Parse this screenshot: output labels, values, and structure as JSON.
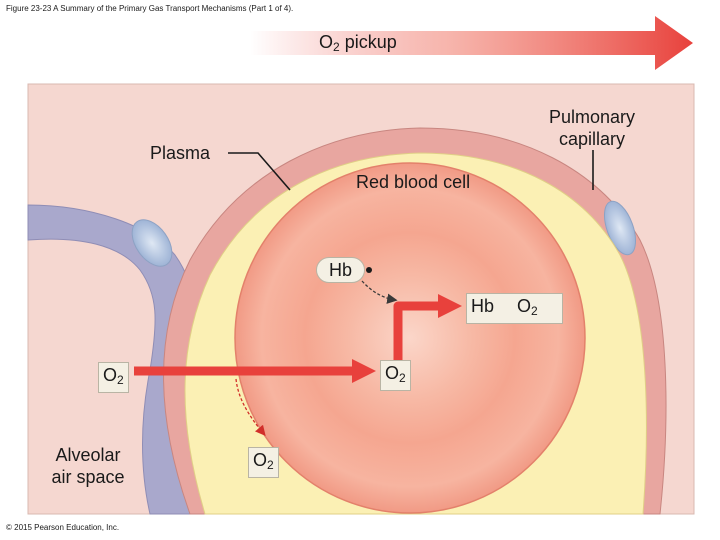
{
  "caption": "Figure 23-23 A Summary of the Primary Gas Transport Mechanisms (Part 1 of 4).",
  "banner": {
    "text": "O",
    "sub": "2",
    "suffix": " pickup"
  },
  "labels": {
    "pulmonary_line1": "Pulmonary",
    "pulmonary_line2": "capillary",
    "plasma": "Plasma",
    "rbc": "Red blood cell",
    "alveolar_line1": "Alveolar",
    "alveolar_line2": "air space"
  },
  "hb_top": "Hb",
  "hb_o2": {
    "hb": "Hb",
    "o": "O",
    "sub": "2"
  },
  "o2_left": {
    "o": "O",
    "sub": "2"
  },
  "o2_mid": {
    "o": "O",
    "sub": "2"
  },
  "o2_low": {
    "o": "O",
    "sub": "2"
  },
  "copyright": "© 2015 Pearson Education, Inc.",
  "colors": {
    "arrow": "#e8413c",
    "plasma": "#fbf0b4",
    "rbc": "#f4a28a",
    "wall": "#e8a6a0",
    "alveolar_wall": "#a9a8cc",
    "background": "#f5d7d0"
  }
}
